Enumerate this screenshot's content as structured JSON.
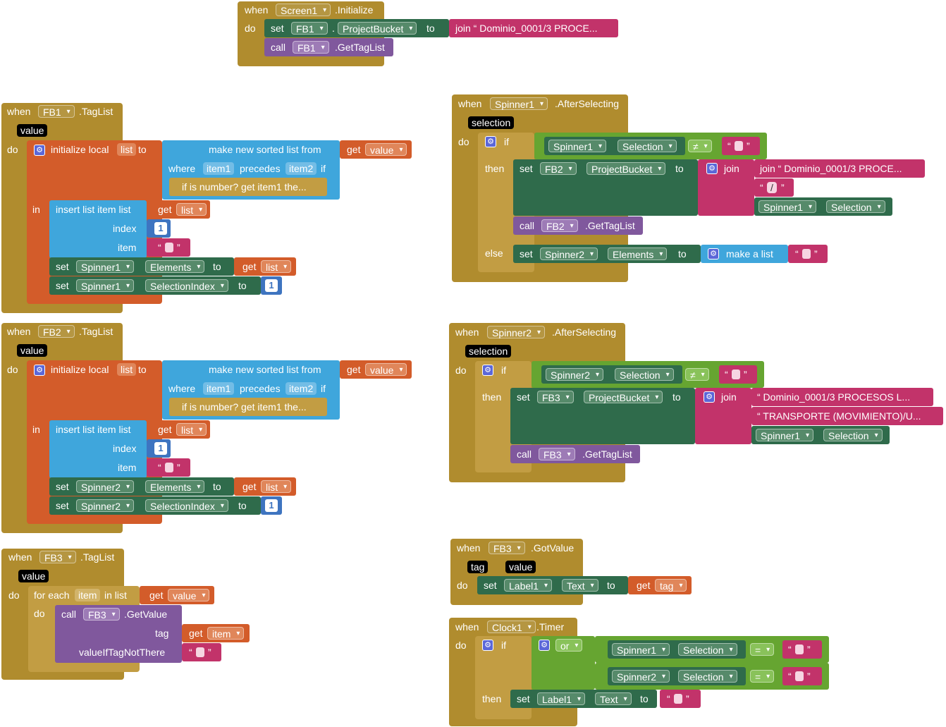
{
  "screen1_init": {
    "when": "when",
    "component": "Screen1",
    "event": ".Initialize",
    "do": "do",
    "set": "set",
    "set_component": "FB1",
    "dot": ".",
    "property": "ProjectBucket",
    "to": "to",
    "join_text": "join “ Dominio_0001/3 PROCE...",
    "call": "call",
    "call_component": "FB1",
    "method": ".GetTagList"
  },
  "fb1_taglist": {
    "when": "when",
    "component": "FB1",
    "event": ".TagList",
    "param": "value",
    "do": "do",
    "init": "initialize local",
    "local_name": "list",
    "to": "to",
    "sorted": "make new sorted list from",
    "get": "get",
    "get_var": "value",
    "where": "where",
    "item1": "item1",
    "precedes": "precedes",
    "item2": "item2",
    "if": "if",
    "collapsed": "if is number? get item1 the...",
    "in": "in",
    "insert": "insert list item  list",
    "get_list": "list",
    "index": "index",
    "index_value": "1",
    "item": "item",
    "set": "set",
    "spinner": "Spinner1",
    "elements": "Elements",
    "get_list2": "list",
    "sel_index": "SelectionIndex",
    "sel_value": "1"
  },
  "fb2_taglist": {
    "when": "when",
    "component": "FB2",
    "event": ".TagList",
    "param": "value",
    "do": "do",
    "init": "initialize local",
    "local_name": "list",
    "to": "to",
    "sorted": "make new sorted list from",
    "get": "get",
    "get_var": "value",
    "where": "where",
    "item1": "item1",
    "precedes": "precedes",
    "item2": "item2",
    "if": "if",
    "collapsed": "if is number? get item1 the...",
    "in": "in",
    "insert": "insert list item  list",
    "get_list": "list",
    "index": "index",
    "index_value": "1",
    "item": "item",
    "set": "set",
    "spinner": "Spinner2",
    "elements": "Elements",
    "get_list2": "list",
    "sel_index": "SelectionIndex",
    "sel_value": "1"
  },
  "fb3_taglist": {
    "when": "when",
    "component": "FB3",
    "event": ".TagList",
    "param": "value",
    "do": "do",
    "for_each": "for each",
    "item": "item",
    "in_list": "in list",
    "get": "get",
    "get_var": "value",
    "do2": "do",
    "call": "call",
    "call_component": "FB3",
    "method": ".GetValue",
    "tag": "tag",
    "get_item": "item",
    "not_there": "valueIfTagNotThere"
  },
  "spinner1_after": {
    "when": "when",
    "component": "Spinner1",
    "event": ".AfterSelecting",
    "param": "selection",
    "do": "do",
    "if": "if",
    "comp": "Spinner1",
    "sel": "Selection",
    "neq": "≠",
    "then": "then",
    "set": "set",
    "fb": "FB2",
    "bucket": "ProjectBucket",
    "to": "to",
    "join": "join",
    "join_text": "join “ Dominio_0001/3 PROCE...",
    "slash": "/",
    "call": "call",
    "method": ".GetTagList",
    "else": "else",
    "spinner2": "Spinner2",
    "elements": "Elements",
    "make_list": "make a list"
  },
  "spinner2_after": {
    "when": "when",
    "component": "Spinner2",
    "event": ".AfterSelecting",
    "param": "selection",
    "do": "do",
    "if": "if",
    "comp": "Spinner2",
    "sel": "Selection",
    "neq": "≠",
    "then": "then",
    "set": "set",
    "fb": "FB3",
    "bucket": "ProjectBucket",
    "to": "to",
    "join": "join",
    "text1": "“ Dominio_0001/3 PROCESOS L...",
    "text2": "“ TRANSPORTE (MOVIMIENTO)/U...",
    "comp3": "Spinner1",
    "sel3": "Selection",
    "call": "call",
    "method": ".GetTagList"
  },
  "fb3_gotvalue": {
    "when": "when",
    "component": "FB3",
    "event": ".GotValue",
    "tag": "tag",
    "value": "value",
    "do": "do",
    "set": "set",
    "label": "Label1",
    "prop": "Text",
    "to": "to",
    "get": "get",
    "get_var": "tag"
  },
  "clock1_timer": {
    "when": "when",
    "component": "Clock1",
    "event": ".Timer",
    "do": "do",
    "if": "if",
    "or": "or",
    "comp1": "Spinner1",
    "sel1": "Selection",
    "eq1": "=",
    "comp2": "Spinner2",
    "sel2": "Selection",
    "eq2": "=",
    "then": "then",
    "set": "set",
    "label": "Label1",
    "prop": "Text",
    "to": "to"
  },
  "colors": {
    "event_gold": "#b08c2e",
    "component_green": "#2f6b4b",
    "variable_orange": "#d35c2a",
    "list_blue": "#3fa6dc",
    "text_pink": "#c2336a",
    "procedure_purple": "#80589d",
    "logic_green": "#66a531",
    "math_blue": "#3e74c0"
  }
}
